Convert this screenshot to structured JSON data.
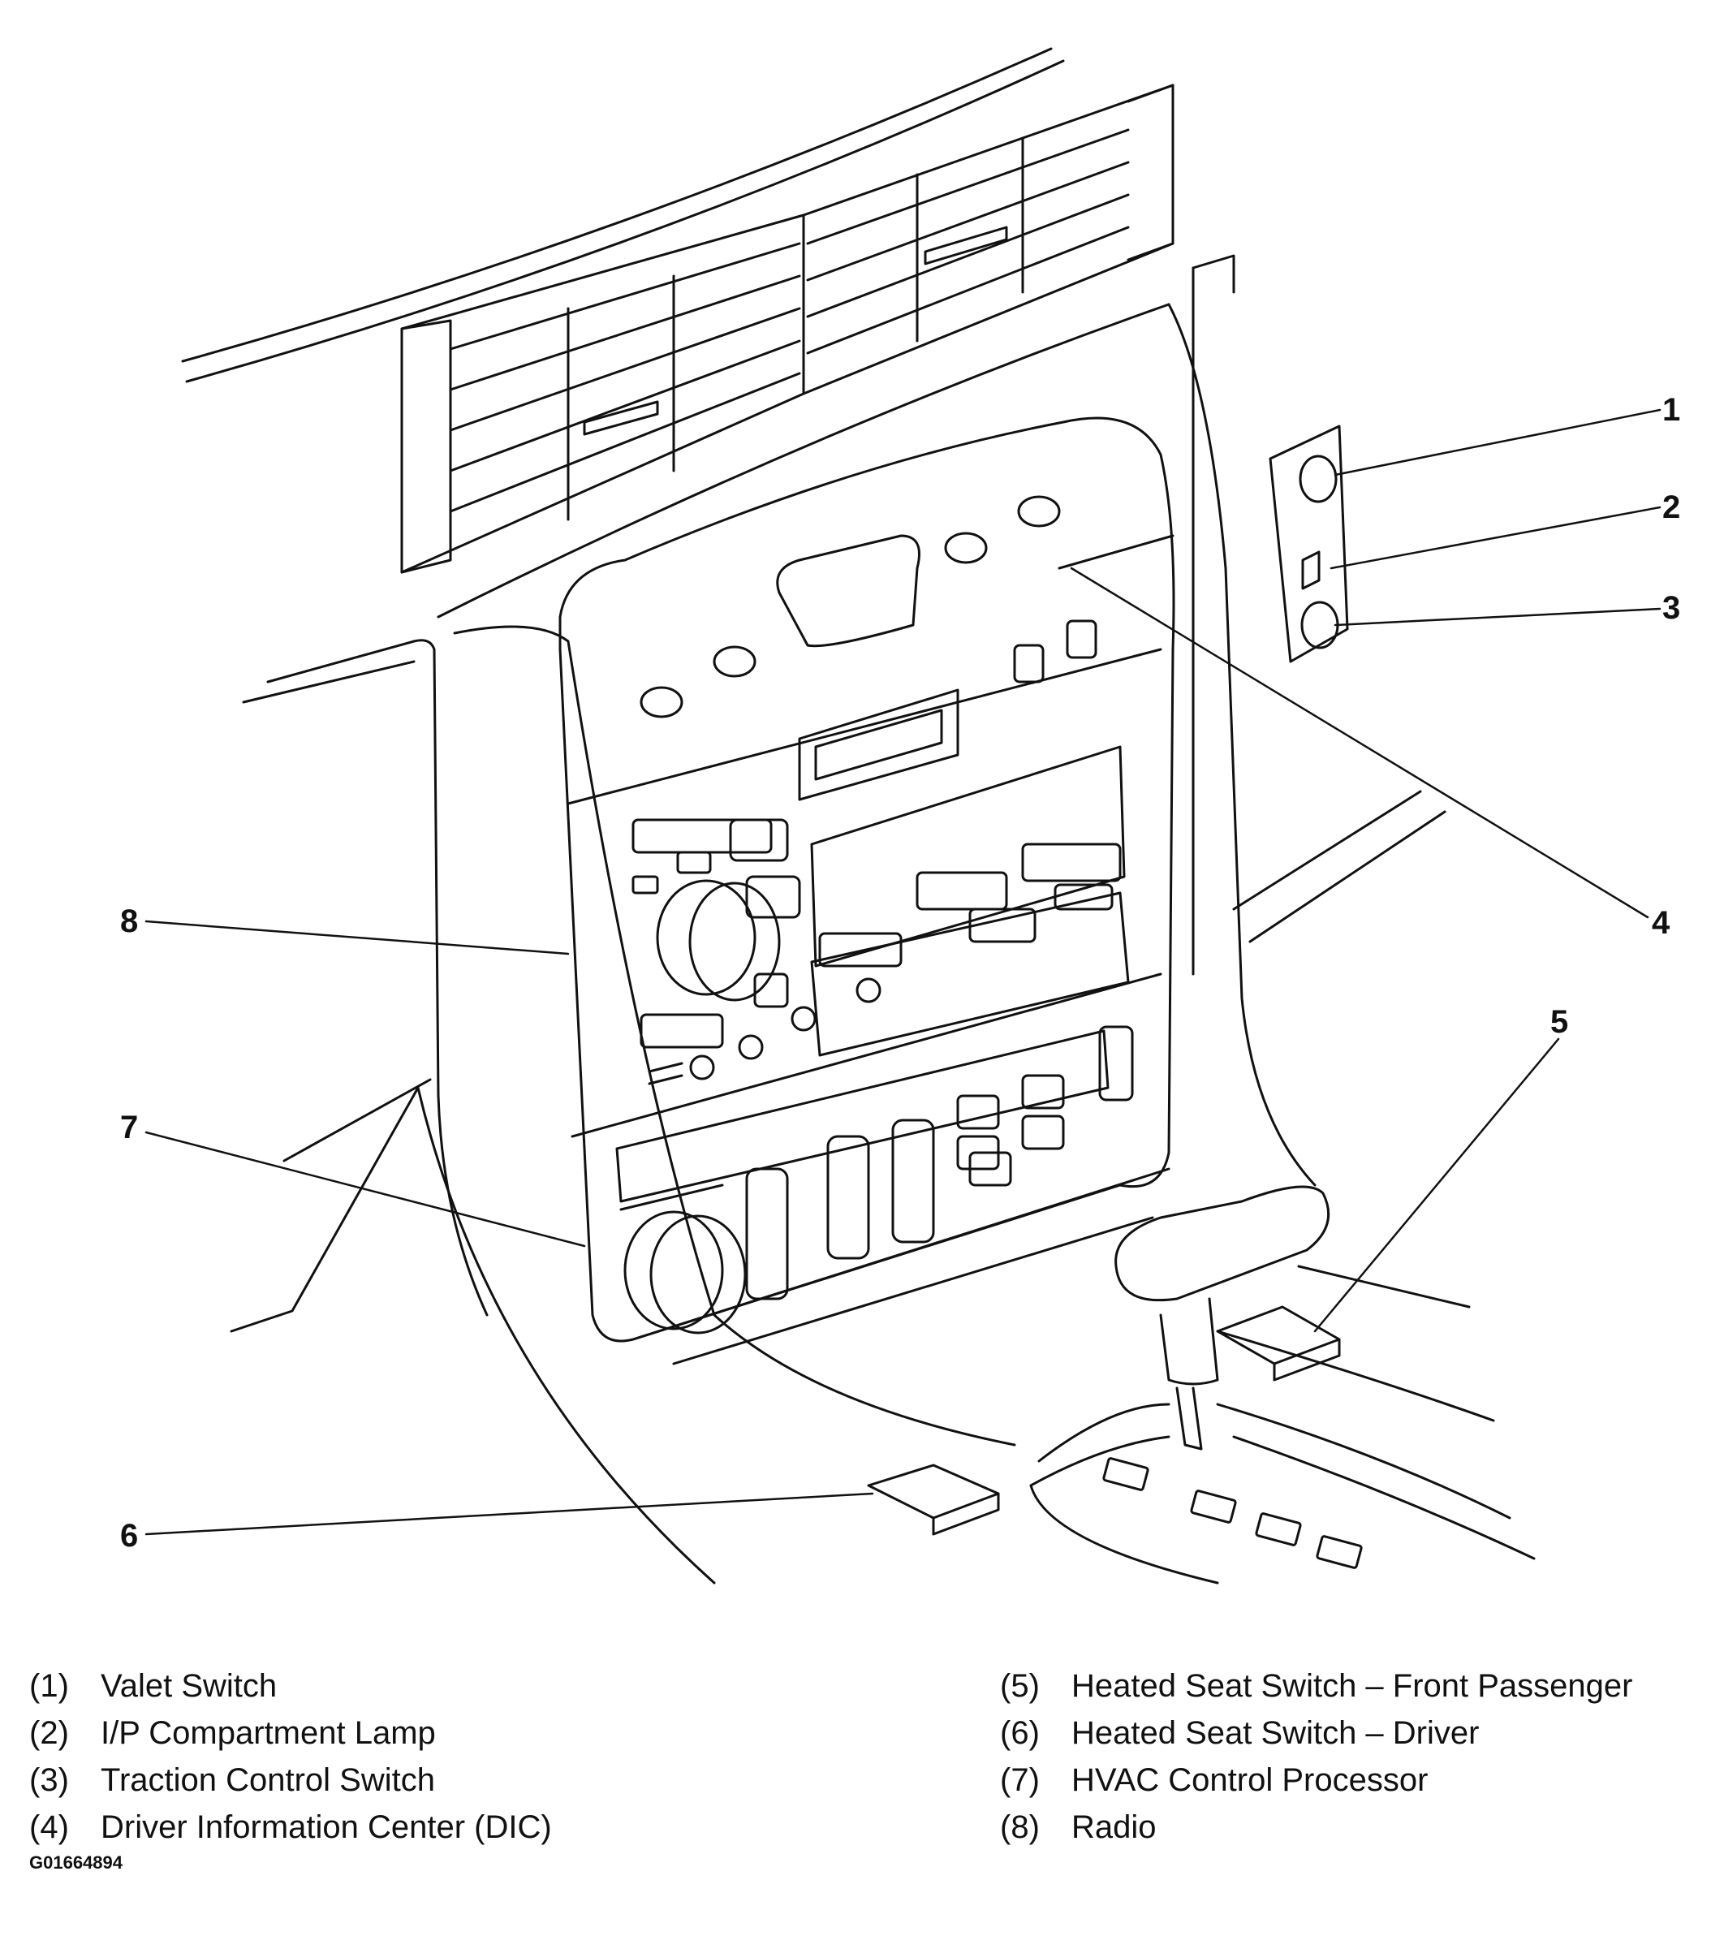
{
  "diagram": {
    "callouts": [
      "1",
      "2",
      "3",
      "4",
      "5",
      "6",
      "7",
      "8"
    ],
    "legend": [
      {
        "num": "(1)",
        "label": "Valet Switch"
      },
      {
        "num": "(2)",
        "label": "I/P Compartment Lamp"
      },
      {
        "num": "(3)",
        "label": "Traction Control Switch"
      },
      {
        "num": "(4)",
        "label": "Driver Information Center (DIC)"
      },
      {
        "num": "(5)",
        "label": "Heated Seat Switch – Front Passenger"
      },
      {
        "num": "(6)",
        "label": "Heated Seat Switch – Driver"
      },
      {
        "num": "(7)",
        "label": "HVAC Control Processor"
      },
      {
        "num": "(8)",
        "label": "Radio"
      }
    ],
    "figure_id": "G01664894"
  }
}
